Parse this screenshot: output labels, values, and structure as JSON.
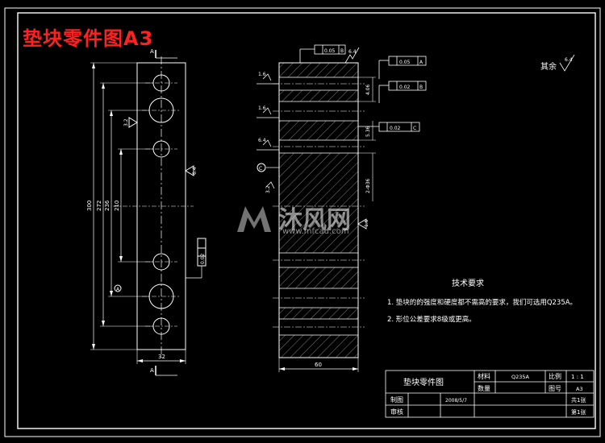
{
  "title_overlay": "垫块零件图A3",
  "watermark": {
    "name": "沐风网",
    "url": "www.mfcad.com"
  },
  "surface_finish": {
    "rest_label": "其余",
    "rest_value": "6.4",
    "marks": [
      "6.4",
      "1.6",
      "1.6",
      "6.4",
      "3.2",
      "1.6"
    ]
  },
  "dimensions": {
    "front_heights": [
      "300",
      "272",
      "236",
      "210"
    ],
    "front_width": "32",
    "side_width": "60",
    "side_small": [
      "4.06",
      "5.36",
      "2-Φ36"
    ]
  },
  "tolerances": [
    "0.02",
    "0.05",
    "0.05",
    "0.02",
    "0.02"
  ],
  "datums": [
    "A",
    "B",
    "C"
  ],
  "tech_requirements": {
    "heading": "技术要求",
    "items": [
      "1.  垫块的的强度和硬度都不需高的要求，我们可选用Q235A。",
      "2.  形位公差要求8级或更高。"
    ]
  },
  "title_block": {
    "part_name": "垫块零件图",
    "material_label": "材料",
    "material": "Q235A",
    "scale_label": "比例",
    "scale": "1 : 1",
    "quantity_label": "数量",
    "drawing_no_label": "图号",
    "drawing_no": "A3",
    "drawn_label": "制图",
    "date": "2008/5/7",
    "checked_label": "审核",
    "sheets_total": "共1张",
    "sheet_no": "第1张"
  },
  "colors": {
    "lines": "#ffffff",
    "hatch": "#d8d8d8",
    "accent": "#ff2020",
    "background": "#000000"
  }
}
